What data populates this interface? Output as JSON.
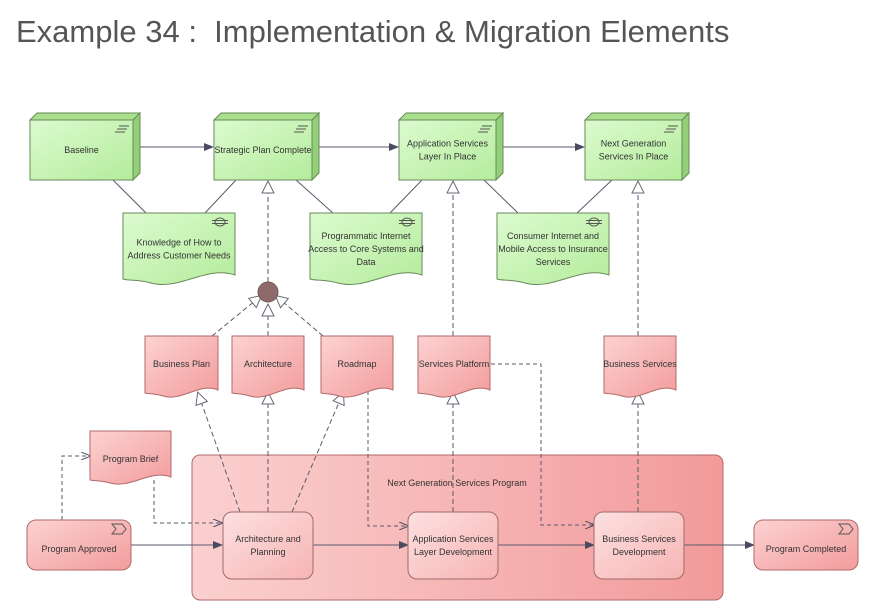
{
  "title": "Example 34 :  Implementation & Migration Elements",
  "plateaus": [
    {
      "lines": [
        "Baseline"
      ]
    },
    {
      "lines": [
        "Strategic Plan Complete"
      ]
    },
    {
      "lines": [
        "Application Services",
        "Layer In Place"
      ]
    },
    {
      "lines": [
        "Next Generation",
        "Services In Place"
      ]
    }
  ],
  "gaps": [
    {
      "lines": [
        "Knowledge of How to",
        "Address Customer Needs"
      ]
    },
    {
      "lines": [
        "Programmatic Internet",
        "Access to Core Systems and",
        "Data"
      ]
    },
    {
      "lines": [
        "Consumer Internet and",
        "Mobile Access to Insurance",
        "Services"
      ]
    }
  ],
  "deliverables": [
    {
      "lines": [
        "Business Plan"
      ]
    },
    {
      "lines": [
        "Architecture"
      ]
    },
    {
      "lines": [
        "Roadmap"
      ]
    },
    {
      "lines": [
        "Services Platform"
      ]
    },
    {
      "lines": [
        "Business Services"
      ]
    },
    {
      "lines": [
        "Program Brief"
      ]
    }
  ],
  "program": {
    "label": "Next Generation Services Program"
  },
  "work_packages": [
    {
      "lines": [
        "Architecture and",
        "Planning"
      ]
    },
    {
      "lines": [
        "Application Services",
        "Layer Development"
      ]
    },
    {
      "lines": [
        "Business Services",
        "Development"
      ]
    }
  ],
  "events": [
    {
      "lines": [
        "Program Approved"
      ]
    },
    {
      "lines": [
        "Program Completed"
      ]
    }
  ],
  "colors": {
    "plateau_fill": "#c8f5b4",
    "gap_fill": "#c8f5b4",
    "deliverable_fill": "#f8b8b8",
    "program_fill": "#f6b2b2",
    "work_package_fill": "#fbc8c8",
    "line": "#5a5a6e",
    "junction": "#8e6a6a"
  }
}
